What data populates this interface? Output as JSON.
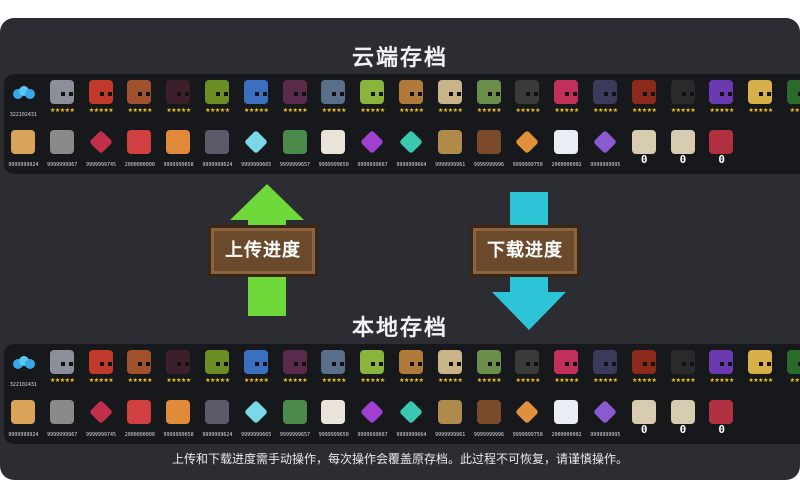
{
  "cloud": {
    "title": "云端存档",
    "gem_count": "322102431",
    "heroes": [
      {
        "color": "#8a8f9a",
        "stars": "★★★★★"
      },
      {
        "color": "#c0392b",
        "stars": "★★★★★"
      },
      {
        "color": "#a0522d",
        "stars": "★★★★★"
      },
      {
        "color": "#3b1f2b",
        "stars": "★★★★★"
      },
      {
        "color": "#6a8e23",
        "stars": "★★★★★"
      },
      {
        "color": "#3b6fbf",
        "stars": "★★★★★"
      },
      {
        "color": "#5a2a4a",
        "stars": "★★★★★"
      },
      {
        "color": "#5a6f8a",
        "stars": "★★★★★"
      },
      {
        "color": "#8ab43b",
        "stars": "★★★★★"
      },
      {
        "color": "#b07a3b",
        "stars": "★★★★★"
      },
      {
        "color": "#c9b48a",
        "stars": "★★★★★"
      },
      {
        "color": "#6b8f4a",
        "stars": "★★★★★"
      },
      {
        "color": "#3a3a3a",
        "stars": "★★★★★"
      },
      {
        "color": "#c0305a",
        "stars": "★★★★★"
      },
      {
        "color": "#3a3a5a",
        "stars": "★★★★★"
      },
      {
        "color": "#8a2a1a",
        "stars": "★★★★★"
      },
      {
        "color": "#2a2a2a",
        "stars": "★★★★★"
      },
      {
        "color": "#6a3ab0",
        "stars": "★★★★★"
      },
      {
        "color": "#d8b04a",
        "stars": "★★★★★"
      },
      {
        "color": "#2a6a2a",
        "stars": "★★★★"
      }
    ],
    "materials": [
      {
        "icon": "plank-icon",
        "color": "#d9a45a",
        "value": "9999999924"
      },
      {
        "icon": "gear-icon",
        "color": "#8a8a8a",
        "value": "9999999967"
      },
      {
        "icon": "red-crystal-icon",
        "color": "#c0304a",
        "value": "9999999745"
      },
      {
        "icon": "chip-icon",
        "color": "#d04040",
        "value": "2000000000"
      },
      {
        "icon": "orange-ore-icon",
        "color": "#e08a3a",
        "value": "9999999658"
      },
      {
        "icon": "dark-ore-icon",
        "color": "#5a5a6a",
        "value": "9999999624"
      },
      {
        "icon": "cyan-crystal-icon",
        "color": "#7ad8e8",
        "value": "9999999665"
      },
      {
        "icon": "battery-icon",
        "color": "#4a8a4a",
        "value": "9999999657"
      },
      {
        "icon": "cotton-icon",
        "color": "#eae4d8",
        "value": "9999999650"
      },
      {
        "icon": "purple-crystal-icon",
        "color": "#a040d0",
        "value": "9999999667"
      },
      {
        "icon": "teal-crystal-icon",
        "color": "#3ac8b0",
        "value": "9999999664"
      },
      {
        "icon": "wood-icon",
        "color": "#b08a4a",
        "value": "9999999961"
      },
      {
        "icon": "boot-icon",
        "color": "#7a4a2a",
        "value": "9999999996"
      },
      {
        "icon": "orange-crystal-icon",
        "color": "#e0903a",
        "value": "9999999750"
      },
      {
        "icon": "feather-icon",
        "color": "#e8eef4",
        "value": "2000000002"
      },
      {
        "icon": "violet-shard-icon",
        "color": "#8a5ad0",
        "value": "9999999995"
      },
      {
        "icon": "scroll-icon",
        "color": "#d8ccb0",
        "value": "0"
      },
      {
        "icon": "scroll-icon",
        "color": "#d8ccb0",
        "value": "0"
      },
      {
        "icon": "card-icon",
        "color": "#b03040",
        "value": "0"
      }
    ]
  },
  "local": {
    "title": "本地存档",
    "gem_count": "322102431",
    "materials_values": [
      "9999999924",
      "9999999967",
      "9999999745",
      "2000000000",
      "9999999658",
      "9999999624",
      "9999999665",
      "9999999657",
      "9999999650",
      "9999999667",
      "9999999664",
      "9999999961",
      "9999999996",
      "9999999750",
      "2000000002",
      "9999999995",
      "0",
      "0",
      "0"
    ]
  },
  "upload_label": "上传进度",
  "download_label": "下载进度",
  "footer_text": "上传和下载进度需手动操作，每次操作会覆盖原存档。此过程不可恢复，请谨慎操作。",
  "colors": {
    "up_arrow": "#6fd83a",
    "down_arrow": "#2ec4d8",
    "button": "#6b4a2c",
    "star": "#f5c518"
  }
}
